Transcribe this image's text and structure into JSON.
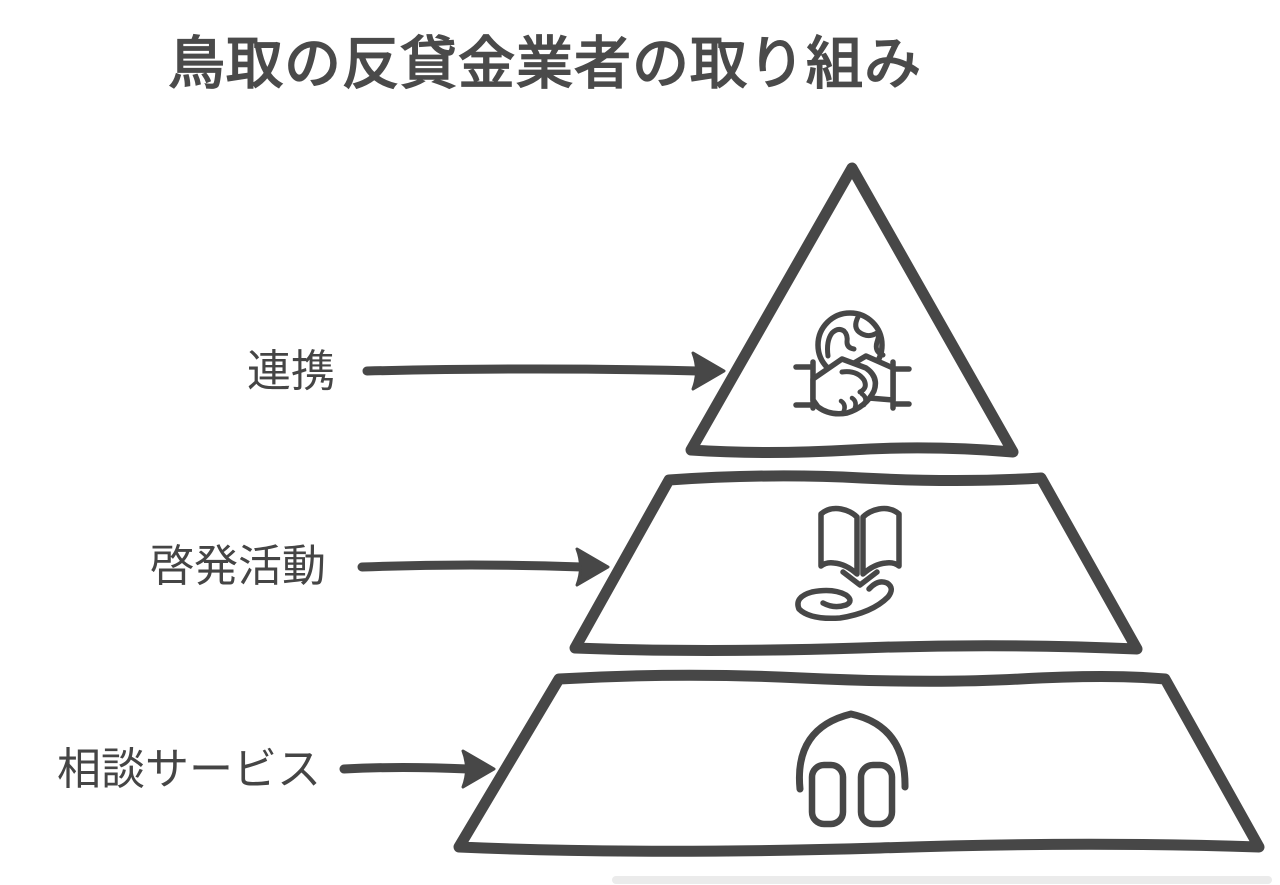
{
  "title": "鳥取の反貸金業者の取り組み",
  "colors": {
    "ink": "#474747",
    "title_text": "#4a4a4a",
    "label_text": "#454545",
    "background": "#ffffff",
    "shadow_bar": "#ebebeb"
  },
  "pyramid": {
    "type": "three-level-pyramid",
    "levels": [
      {
        "rank": 1,
        "position": "top",
        "label": "連携",
        "icon": "globe-handshake-icon"
      },
      {
        "rank": 2,
        "position": "middle",
        "label": "啓発活動",
        "icon": "book-on-hand-icon"
      },
      {
        "rank": 3,
        "position": "bottom",
        "label": "相談サービス",
        "icon": "headphones-icon"
      }
    ]
  }
}
